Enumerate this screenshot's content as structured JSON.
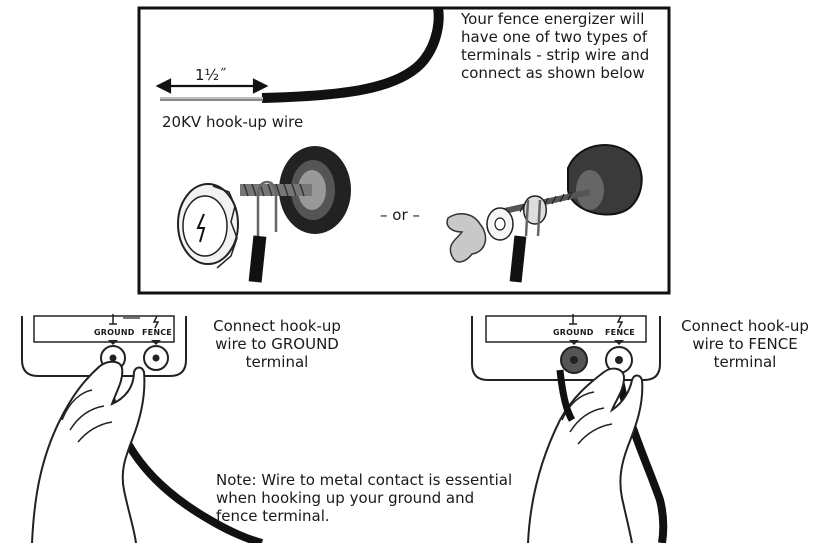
{
  "top_panel": {
    "note_lines": [
      "Your fence energizer will",
      "have one of two types of",
      "terminals - strip wire and",
      "connect as shown below"
    ],
    "strip_length": "1½˝",
    "wire_label": "20KV hook-up wire",
    "or_label": "– or –"
  },
  "left_panel": {
    "ground_label": "GROUND",
    "fence_label": "FENCE",
    "caption_lines": [
      "Connect hook-up",
      "wire to GROUND",
      "terminal"
    ]
  },
  "right_panel": {
    "ground_label": "GROUND",
    "fence_label": "FENCE",
    "caption_lines": [
      "Connect hook-up",
      "wire to FENCE",
      "terminal"
    ]
  },
  "note_lines": [
    "Note: Wire to metal contact is essential",
    "when hooking up your ground and",
    "fence terminal."
  ]
}
